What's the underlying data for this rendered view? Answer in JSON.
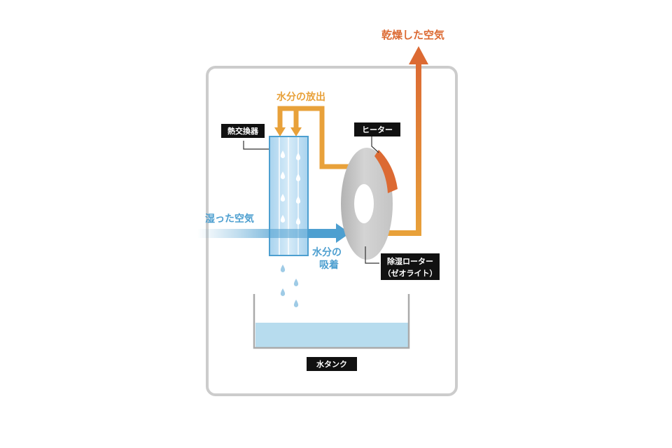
{
  "labels": {
    "dry_air": "乾燥した空気",
    "moisture_release": "水分の放出",
    "heat_exchanger": "熱交換器",
    "heater": "ヒーター",
    "humid_air": "湿った空気",
    "moisture_absorption_line1": "水分の",
    "moisture_absorption_line2": "吸着",
    "rotor_line1": "除湿ローター",
    "rotor_line2": "（ゼオライト）",
    "water_tank": "水タンク"
  },
  "colors": {
    "orange": "#e8a13a",
    "red_orange": "#dc6a33",
    "blue": "#4d9fd0",
    "frame_gray": "#cccccc",
    "rotor_gray": "#c9c9c9",
    "water": "#b7dcee",
    "tag_bg": "#111111"
  }
}
